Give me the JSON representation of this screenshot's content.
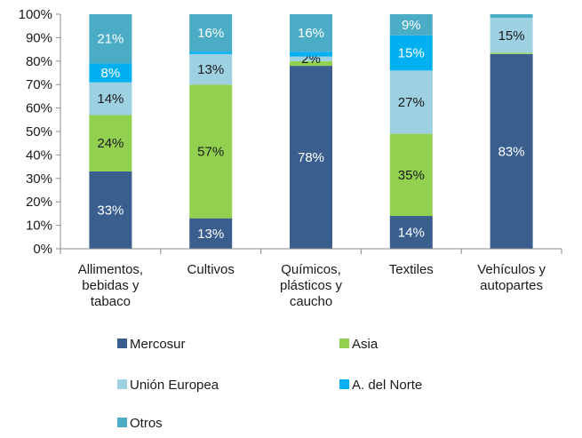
{
  "chart_data": {
    "type": "bar",
    "stacked": true,
    "percent": true,
    "ylim": [
      0,
      100
    ],
    "yticks": [
      "0%",
      "10%",
      "20%",
      "30%",
      "40%",
      "50%",
      "60%",
      "70%",
      "80%",
      "90%",
      "100%"
    ],
    "categories": [
      [
        "Allimentos,",
        "bebidas y",
        "tabaco"
      ],
      [
        "Cultivos"
      ],
      [
        "Químicos,",
        "plásticos y",
        "caucho"
      ],
      [
        "Textiles"
      ],
      [
        "Vehículos y",
        "autopartes"
      ]
    ],
    "series": [
      {
        "name": "Mercosur",
        "color": "#3a5f8f",
        "values": [
          33,
          13,
          78,
          14,
          83
        ],
        "labels": [
          "33%",
          "13%",
          "78%",
          "14%",
          "83%"
        ],
        "label_color": "#ffffff"
      },
      {
        "name": "Asia",
        "color": "#92d050",
        "values": [
          24,
          57,
          2,
          35,
          0.5
        ],
        "labels": [
          "24%",
          "57%",
          "",
          "35%",
          ""
        ],
        "label_color": "#1a1a1a"
      },
      {
        "name": "Unión Europea",
        "color": "#9dd0e1",
        "values": [
          14,
          13,
          2,
          27,
          15
        ],
        "labels": [
          "14%",
          "13%",
          "2%",
          "27%",
          "15%"
        ],
        "label_color": "#1a1a1a"
      },
      {
        "name": "A. del Norte",
        "color": "#00b0f0",
        "values": [
          8,
          1,
          2,
          15,
          0
        ],
        "labels": [
          "8%",
          "",
          "",
          "15%",
          ""
        ],
        "label_color": "#ffffff"
      },
      {
        "name": "Otros",
        "color": "#4bacc6",
        "values": [
          21,
          16,
          16,
          9,
          1.5
        ],
        "labels": [
          "21%",
          "16%",
          "16%",
          "9%",
          ""
        ],
        "label_color": "#ffffff"
      }
    ],
    "legend": {
      "placement": "bottom",
      "rows": [
        [
          "Mercosur",
          "Asia"
        ],
        [
          "Unión Europea",
          "A. del Norte"
        ],
        [
          "Otros"
        ]
      ]
    }
  }
}
